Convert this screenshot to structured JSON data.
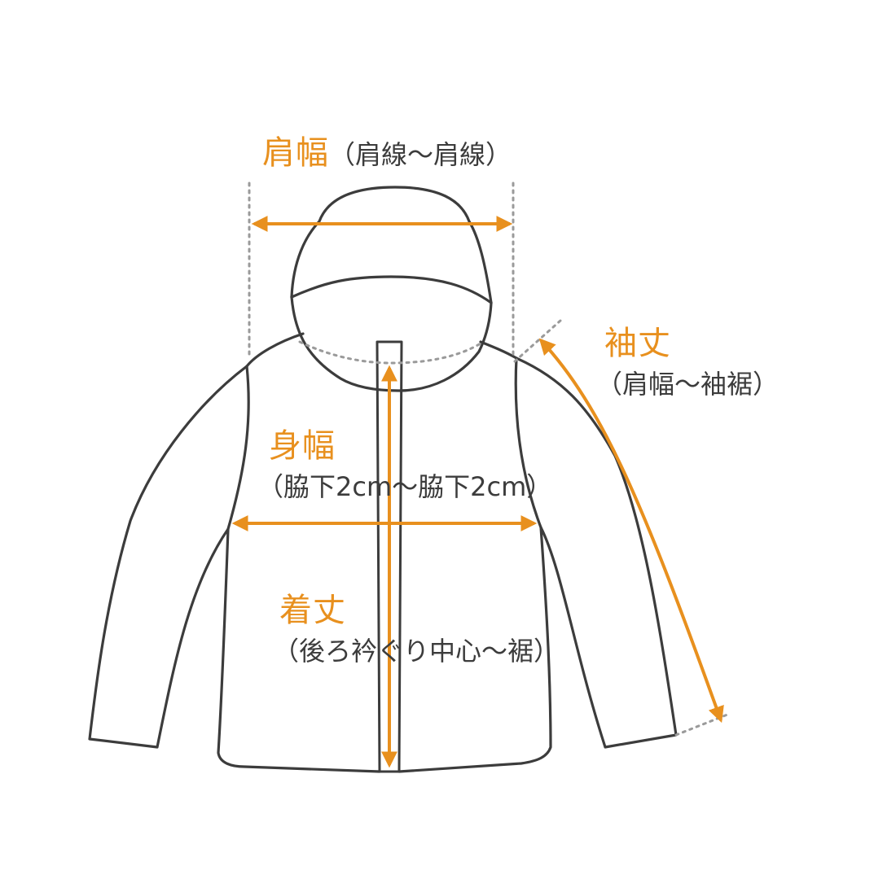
{
  "colors": {
    "accent": "#e8901e",
    "outline": "#3c3c3c",
    "guide": "#9a9a9a",
    "background": "#ffffff"
  },
  "labels": {
    "shoulder": {
      "main": "肩幅",
      "sub": "（肩線〜肩線）"
    },
    "sleeve": {
      "main": "袖丈",
      "sub": "（肩幅〜袖裾）"
    },
    "chest": {
      "main": "身幅",
      "sub": "（脇下2cm〜脇下2cm）"
    },
    "length": {
      "main": "着丈",
      "sub": "（後ろ衿ぐり中心〜裾）"
    }
  }
}
